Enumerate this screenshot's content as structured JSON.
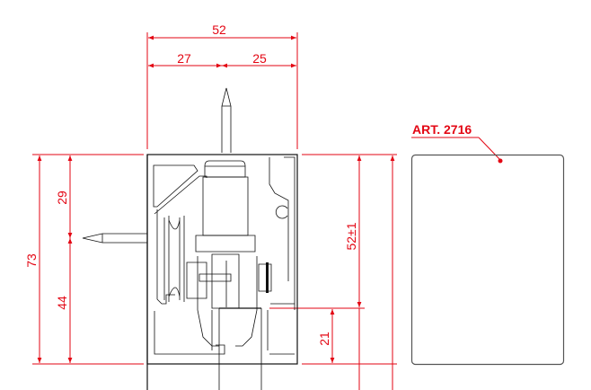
{
  "drawing": {
    "dimensions": {
      "overall_width": "52",
      "left_part": "27",
      "right_part": "25",
      "total_height": "73",
      "upper_height": "29",
      "lower_height": "44",
      "inner_height": "52±1",
      "bottom_height": "21"
    },
    "article_label": "ART. 2716",
    "accent_color": "#e30613"
  }
}
